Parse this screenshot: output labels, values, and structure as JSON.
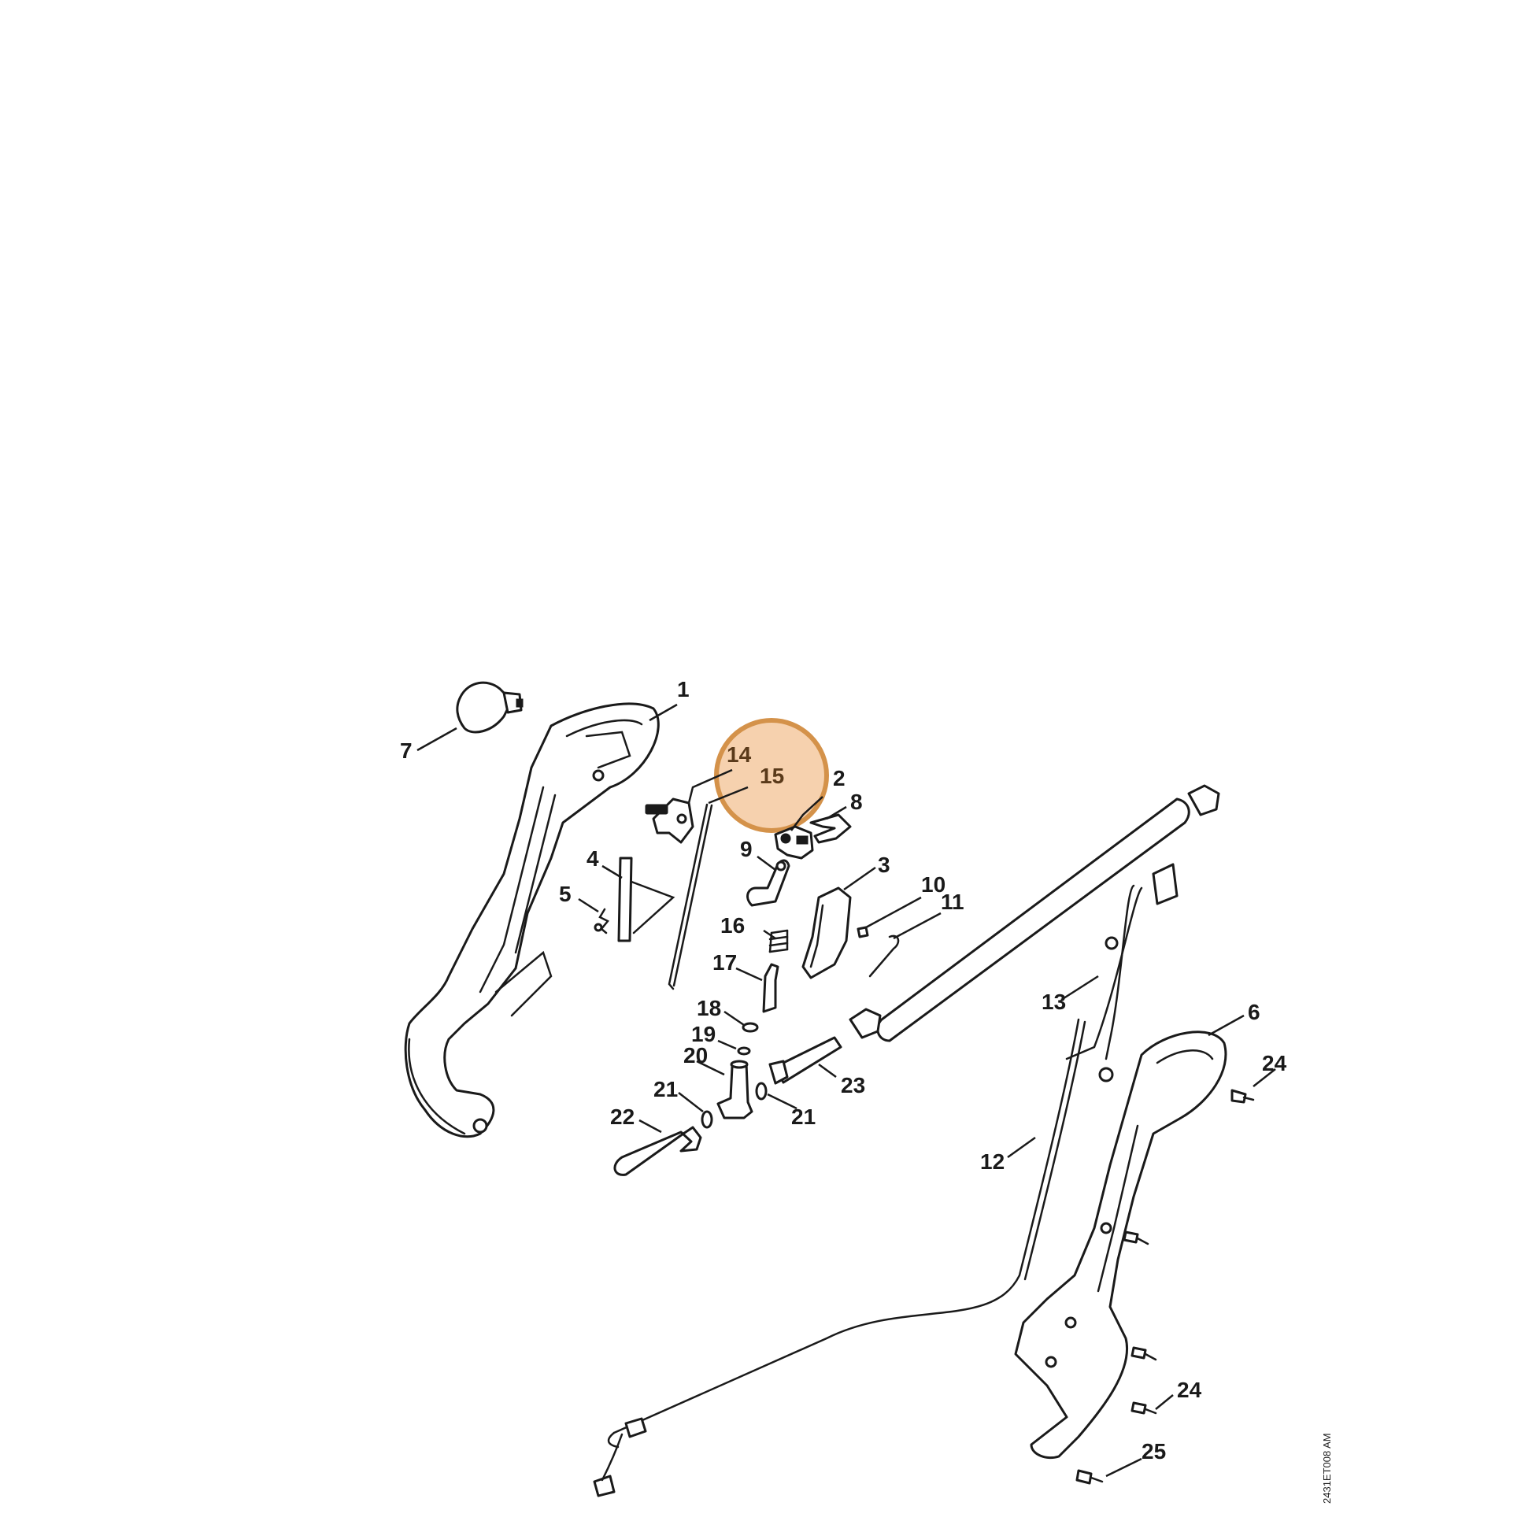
{
  "highlight": {
    "color": "#f4c9a0",
    "stroke": "#d4924a",
    "label": "14",
    "label2": "15"
  },
  "callouts": [
    "1",
    "2",
    "3",
    "4",
    "5",
    "6",
    "7",
    "8",
    "9",
    "10",
    "11",
    "12",
    "13",
    "16",
    "17",
    "18",
    "19",
    "20",
    "21",
    "21",
    "22",
    "23",
    "24",
    "24",
    "25"
  ],
  "reference_code": "2431ET008 AM"
}
